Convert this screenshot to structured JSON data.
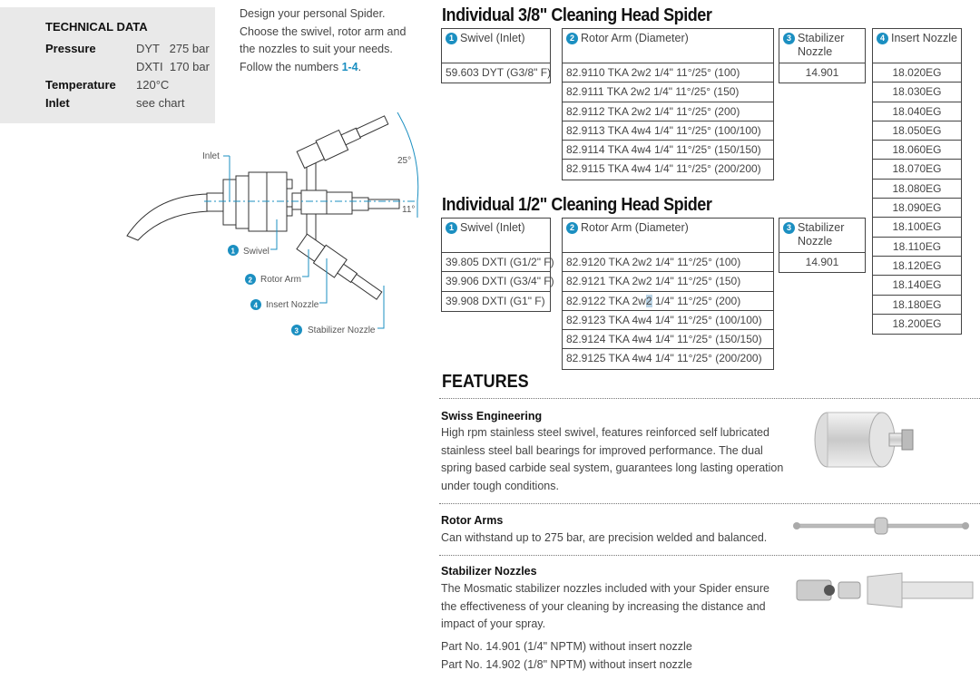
{
  "tech": {
    "title": "TECHNICAL DATA",
    "pressure_label": "Pressure",
    "pressure_dyt": "DYT   275 bar",
    "pressure_dxti": "DXTI  170 bar",
    "temperature_label": "Temperature",
    "temperature": "120°C",
    "inlet_label": "Inlet",
    "inlet": "see chart"
  },
  "intro": {
    "line1": "Design your personal Spider.",
    "line2": "Choose the swivel, rotor arm and",
    "line3": "the nozzles to suit your needs.",
    "line4_prefix": "Follow the numbers ",
    "line4_numbers": "1-4",
    "line4_suffix": "."
  },
  "diagram": {
    "inlet": "Inlet",
    "swivel": "Swivel",
    "rotor_arm": "Rotor Arm",
    "insert_nozzle": "Insert Nozzle",
    "stabilizer_nozzle": "Stabilizer Nozzle",
    "angle_25": "25°",
    "angle_11": "11°",
    "n1": "1",
    "n2": "2",
    "n3": "3",
    "n4": "4"
  },
  "headers": {
    "swivel": "Swivel (Inlet)",
    "rotor": "Rotor Arm (Diameter)",
    "stab": "Stabilizer Nozzle",
    "insert": "Insert Nozzle",
    "n1": "1",
    "n2": "2",
    "n3": "3",
    "n4": "4"
  },
  "table1": {
    "title": "Individual 3/8\" Cleaning Head Spider",
    "swivels": [
      "59.603 DYT (G3/8\" F)"
    ],
    "rotor_arms": [
      "82.9110 TKA 2w2 1/4\" 11°/25° (100)",
      "82.9111 TKA 2w2 1/4\" 11°/25° (150)",
      "82.9112 TKA 2w2 1/4\" 11°/25° (200)",
      "82.9113 TKA 4w4 1/4\" 11°/25° (100/100)",
      "82.9114 TKA 4w4 1/4\" 11°/25° (150/150)",
      "82.9115 TKA 4w4 1/4\" 11°/25° (200/200)"
    ],
    "stabilizer": "14.901"
  },
  "insert_nozzles": [
    "18.020EG",
    "18.030EG",
    "18.040EG",
    "18.050EG",
    "18.060EG",
    "18.070EG",
    "18.080EG",
    "18.090EG",
    "18.100EG",
    "18.110EG",
    "18.120EG",
    "18.140EG",
    "18.180EG",
    "18.200EG"
  ],
  "table2": {
    "title": "Individual 1/2\" Cleaning Head Spider",
    "swivels": [
      "39.805 DXTI (G1/2\" F)",
      "39.906 DXTI (G3/4\" F)",
      "39.908 DXTI (G1\" F)"
    ],
    "rotor_arms": [
      "82.9120 TKA 2w2 1/4\" 11°/25° (100)",
      "82.9121 TKA 2w2 1/4\" 11°/25° (150)",
      "82.9122 TKA 2w",
      "2",
      " 1/4\" 11°/25° (200)",
      "82.9123 TKA 4w4 1/4\" 11°/25° (100/100)",
      "82.9124 TKA 4w4 1/4\" 11°/25° (150/150)",
      "82.9125 TKA 4w4 1/4\" 11°/25° (200/200)"
    ],
    "stabilizer": "14.901"
  },
  "features": {
    "title": "FEATURES",
    "swiss_title": "Swiss Engineering",
    "swiss_text": "High rpm stainless steel swivel, features reinforced self lubricated stainless steel ball bearings for improved performance. The dual spring based carbide seal system, guarantees long lasting operation under tough conditions.",
    "rotor_title": "Rotor Arms",
    "rotor_text": "Can withstand up to 275 bar, are precision welded and balanced.",
    "stab_title": "Stabilizer Nozzles",
    "stab_text": "The Mosmatic stabilizer nozzles included with your Spider ensure the effectiveness of your cleaning by increasing the distance and impact of your spray.",
    "part1": "Part No. 14.901 (1/4\" NPTM) without insert nozzle",
    "part2": "Part No. 14.902 (1/8\" NPTM) without insert nozzle"
  },
  "colors": {
    "accent": "#1b8fc1",
    "panel": "#e9e9e9"
  }
}
